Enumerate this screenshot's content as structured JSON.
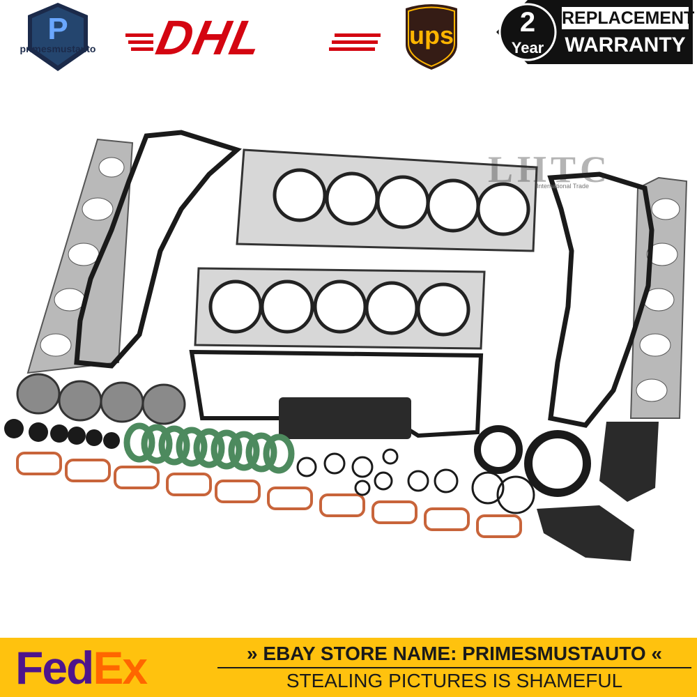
{
  "header": {
    "brand_name": "primesmustauto",
    "dhl_text": "DHL",
    "ups_text": "ups",
    "warranty": {
      "years_number": "2",
      "years_word": "Year",
      "line1": "REPLACEMENT",
      "line2": "WARRANTY"
    }
  },
  "product": {
    "watermark_logo": "LHTC",
    "watermark_text": "International Trade"
  },
  "footer": {
    "fedex_part1": "Fed",
    "fedex_part2": "Ex",
    "store_label": "EBAY STORE NAME: PRIMESMUSTAUTO",
    "arrows_left": "»",
    "arrows_right": "«",
    "slogan": "STEALING PICTURES IS SHAMEFUL"
  },
  "colors": {
    "dhl_red": "#d40511",
    "ups_brown": "#351c15",
    "ups_gold": "#ffb500",
    "fedex_purple": "#4d148c",
    "fedex_orange": "#ff6600",
    "footer_yellow": "#ffc20e",
    "gasket_orange": "#c8643a",
    "gasket_green": "#4d8a5e"
  }
}
